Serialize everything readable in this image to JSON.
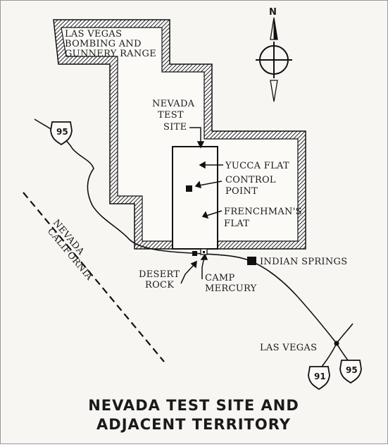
{
  "map": {
    "title_line1": "NEVADA TEST SITE AND",
    "title_line2": "ADJACENT TERRITORY",
    "compass_label": "N",
    "labels": {
      "range_line1": "LAS VEGAS",
      "range_line2": "BOMBING AND",
      "range_line3": "GUNNERY RANGE",
      "nts_line1": "NEVADA",
      "nts_line2": "TEST",
      "nts_line3": "SITE",
      "yucca": "YUCCA FLAT",
      "control_line1": "CONTROL",
      "control_line2": "POINT",
      "frenchman_line1": "FRENCHMAN'S",
      "frenchman_line2": "FLAT",
      "indian_springs": "INDIAN SPRINGS",
      "desert_rock_line1": "DESERT",
      "desert_rock_line2": "ROCK",
      "camp_mercury_line1": "CAMP",
      "camp_mercury_line2": "MERCURY",
      "las_vegas": "LAS VEGAS",
      "border_nevada": "NEVADA",
      "border_california": "CALIFORNIA"
    },
    "routes": {
      "us95_north": "95",
      "us91": "91",
      "us95_south": "95"
    }
  }
}
